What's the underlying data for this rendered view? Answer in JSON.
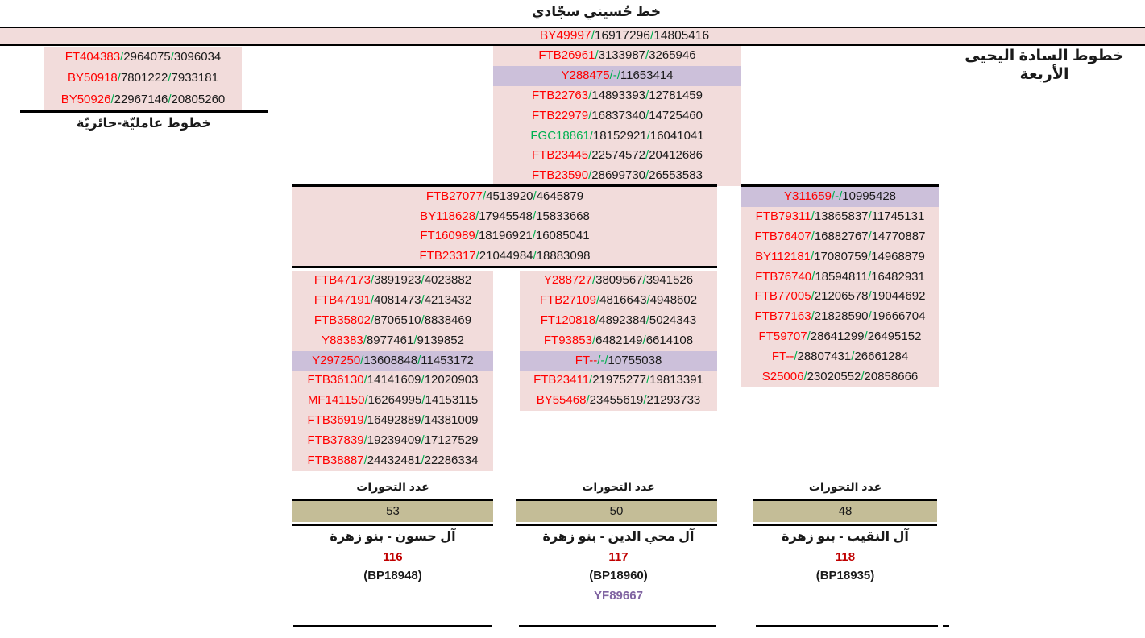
{
  "title": "خط حُسيني سجّادي",
  "header_right": "خطوط السادة اليحيى الأربعة",
  "banner": {
    "text": "BY49997/16917296/14805416",
    "row": {
      "name": "BY49997",
      "pos1": "16917296",
      "pos2": "14805416"
    }
  },
  "colors": {
    "pink": "#F2DCDB",
    "purple_highlight": "#CCC0DA",
    "tan": "#C4BD97",
    "snp_red": "#FF0000",
    "slash_green": "#00B050",
    "kit_dark_red": "#C00000",
    "yf_purple": "#8064A2"
  },
  "left_panel": {
    "rows": [
      {
        "name": "FT404383",
        "pos1": "2964075",
        "pos2": "3096034"
      },
      {
        "name": "BY50918",
        "pos1": "7801222",
        "pos2": "7933181"
      },
      {
        "name": "BY50926",
        "pos1": "22967146",
        "pos2": "20805260"
      }
    ],
    "label": "خطوط عامليّة-حائريّة"
  },
  "top_block": {
    "rows": [
      {
        "name": "FTB26961",
        "pos1": "3133987",
        "pos2": "3265946"
      },
      {
        "name": "Y288475",
        "pos1": "-",
        "pos2": "11653414",
        "highlight": true
      },
      {
        "name": "FTB22763",
        "pos1": "14893393",
        "pos2": "12781459"
      },
      {
        "name": "FTB22979",
        "pos1": "16837340",
        "pos2": "14725460"
      },
      {
        "name": "FGC18861",
        "pos1": "18152921",
        "pos2": "16041041",
        "name_green": true
      },
      {
        "name": "FTB23445",
        "pos1": "22574572",
        "pos2": "20412686"
      },
      {
        "name": "FTB23590",
        "pos1": "28699730",
        "pos2": "26553583"
      }
    ]
  },
  "shared_block": {
    "rows": [
      {
        "name": "FTB27077",
        "pos1": "4513920",
        "pos2": "4645879"
      },
      {
        "name": "BY118628",
        "pos1": "17945548",
        "pos2": "15833668"
      },
      {
        "name": "FT160989",
        "pos1": "18196921",
        "pos2": "16085041"
      },
      {
        "name": "FTB23317",
        "pos1": "21044984",
        "pos2": "18883098"
      }
    ]
  },
  "column_a": {
    "rows": [
      {
        "name": "FTB47173",
        "pos1": "3891923",
        "pos2": "4023882"
      },
      {
        "name": "FTB47191",
        "pos1": "4081473",
        "pos2": "4213432"
      },
      {
        "name": "FTB35802",
        "pos1": "8706510",
        "pos2": "8838469"
      },
      {
        "name": "Y88383",
        "pos1": "8977461",
        "pos2": "9139852"
      },
      {
        "name": "Y297250",
        "pos1": "13608848",
        "pos2": "11453172",
        "highlight": true
      },
      {
        "name": "FTB36130",
        "pos1": "14141609",
        "pos2": "12020903"
      },
      {
        "name": "MF141150",
        "pos1": "16264995",
        "pos2": "14153115"
      },
      {
        "name": "FTB36919",
        "pos1": "16492889",
        "pos2": "14381009"
      },
      {
        "name": "FTB37839",
        "pos1": "19239409",
        "pos2": "17127529"
      },
      {
        "name": "FTB38887",
        "pos1": "24432481",
        "pos2": "22286334"
      }
    ]
  },
  "column_b": {
    "rows": [
      {
        "name": "Y288727",
        "pos1": "3809567",
        "pos2": "3941526"
      },
      {
        "name": "FTB27109",
        "pos1": "4816643",
        "pos2": "4948602"
      },
      {
        "name": "FT120818",
        "pos1": "4892384",
        "pos2": "5024343"
      },
      {
        "name": "FT93853",
        "pos1": "6482149",
        "pos2": "6614108"
      },
      {
        "name": "FT--",
        "pos1": "-",
        "pos2": "10755038",
        "highlight": true
      },
      {
        "name": "FTB23411",
        "pos1": "21975277",
        "pos2": "19813391"
      },
      {
        "name": "BY55468",
        "pos1": "23455619",
        "pos2": "21293733"
      }
    ]
  },
  "column_c": {
    "rows": [
      {
        "name": "Y311659",
        "pos1": "-",
        "pos2": "10995428",
        "highlight": true
      },
      {
        "name": "FTB79311",
        "pos1": "13865837",
        "pos2": "11745131"
      },
      {
        "name": "FTB76407",
        "pos1": "16882767",
        "pos2": "14770887"
      },
      {
        "name": "BY112181",
        "pos1": "17080759",
        "pos2": "14968879"
      },
      {
        "name": "FTB76740",
        "pos1": "18594811",
        "pos2": "16482931"
      },
      {
        "name": "FTB77005",
        "pos1": "21206578",
        "pos2": "19044692"
      },
      {
        "name": "FTB77163",
        "pos1": "21828590",
        "pos2": "19666704"
      },
      {
        "name": "FT59707",
        "pos1": "28641299",
        "pos2": "26495152"
      },
      {
        "name": "FT--",
        "pos1": "28807431",
        "pos2": "26661284"
      },
      {
        "name": "S25006",
        "pos1": "23020552",
        "pos2": "20858666"
      }
    ]
  },
  "footer": {
    "mutations_label": "عدد التحورات",
    "columns": [
      {
        "count": "53",
        "family": "آل حسون - بنو زهرة",
        "kit": "116",
        "bp": "(BP18948)",
        "yf": ""
      },
      {
        "count": "50",
        "family": "آل محي الدين - بنو زهرة",
        "kit": "117",
        "bp": "(BP18960)",
        "yf": "YF89667"
      },
      {
        "count": "48",
        "family": "آل النقيب - بنو زهرة",
        "kit": "118",
        "bp": "(BP18935)",
        "yf": ""
      }
    ]
  }
}
